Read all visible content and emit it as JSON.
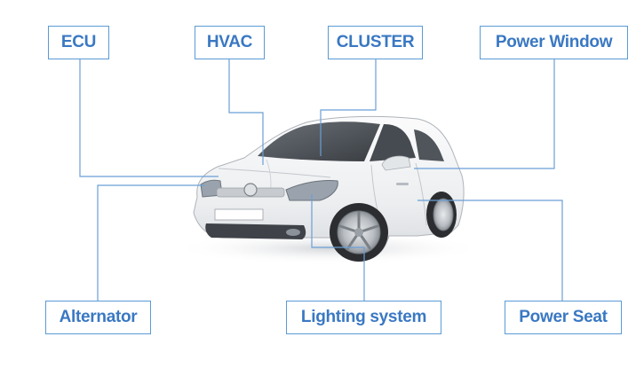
{
  "labels": {
    "ecu": "ECU",
    "hvac": "HVAC",
    "cluster": "CLUSTER",
    "power_window": "Power Window",
    "alternator": "Alternator",
    "lighting_system": "Lighting system",
    "power_seat": "Power Seat"
  },
  "colors": {
    "label_text": "#3a78c3",
    "label_border": "#5b9bd5",
    "leader_line": "#6a9fd6",
    "car_body": "#eef0f2",
    "car_glass": "#4a4f55",
    "tire": "#2b2d30"
  }
}
